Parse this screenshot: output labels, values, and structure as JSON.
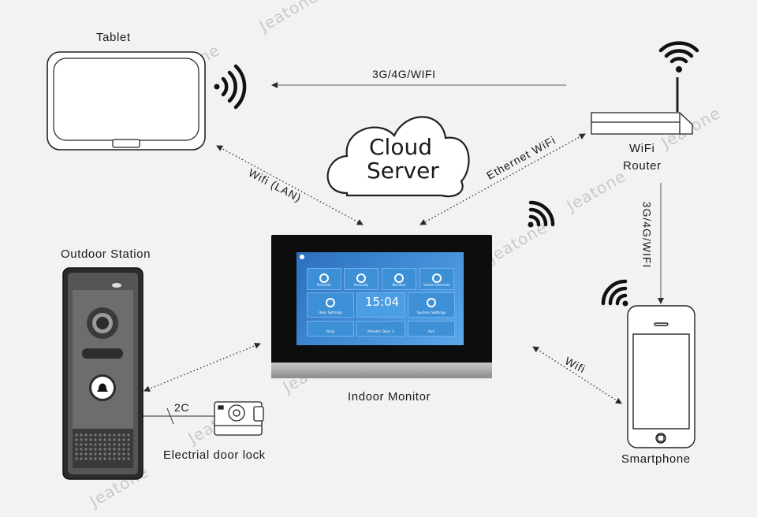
{
  "watermark": "Jeatone",
  "devices": {
    "tablet": {
      "label": "Tablet"
    },
    "router": {
      "label_line1": "WiFi",
      "label_line2": "Router"
    },
    "cloud": {
      "line1": "Cloud",
      "line2": "Server"
    },
    "outdoor": {
      "label": "Outdoor Station",
      "call_text": "CALL"
    },
    "monitor": {
      "label": "Indoor Monitor",
      "clock": "15:04",
      "tiles": [
        "Records",
        "Security",
        "Monitor",
        "Video Intercom",
        "User Settings",
        "System Settings"
      ],
      "bottom_tiles": [
        "Ring",
        "Monitor Door 1",
        "Aim"
      ]
    },
    "smartphone": {
      "label": "Smartphone"
    },
    "lock": {
      "label": "Electrial door lock"
    }
  },
  "links": {
    "tablet_router": "3G/4G/WIFI",
    "router_phone": "3G/4G/WIFI",
    "tablet_monitor": "Wifi (LAN)",
    "router_monitor": "Ethernet WiFi",
    "phone_monitor": "Wifi",
    "outdoor_lock": "2C"
  },
  "colors": {
    "background": "#f2f2f2",
    "line": "#2a2a2a",
    "screen_blue": "#2f7fcf",
    "bezel": "#0d0d0d"
  }
}
